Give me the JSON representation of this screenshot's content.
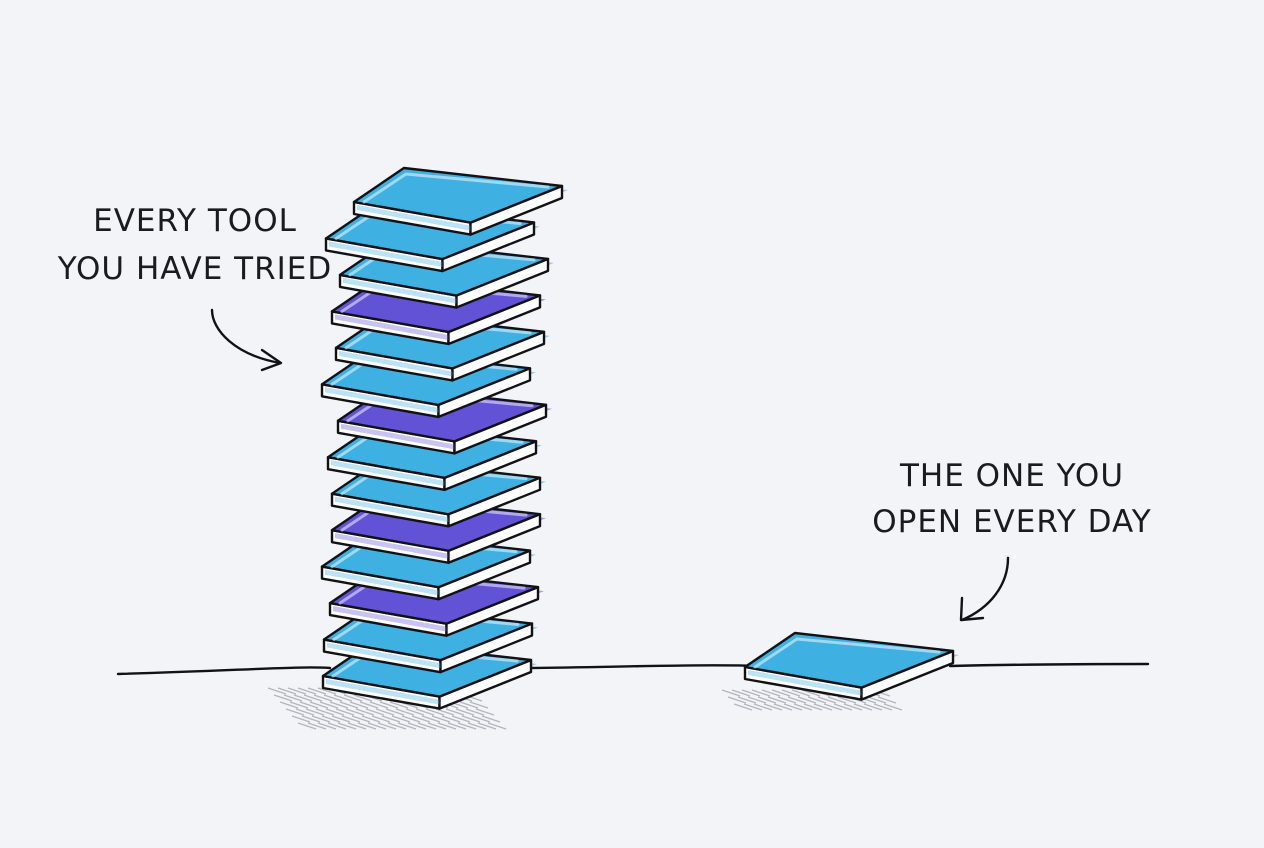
{
  "labels": {
    "stack_line1": "EVERY TOOL",
    "stack_line2": "YOU HAVE TRIED",
    "single_line1": "THE ONE YOU",
    "single_line2": "OPEN EVERY DAY"
  },
  "stack": {
    "layer_count": 14,
    "layer_colors": [
      "cyan",
      "blue",
      "cyan",
      "purple",
      "blue",
      "cyan",
      "purple",
      "cyan",
      "blue",
      "purple",
      "cyan",
      "purple",
      "blue",
      "cyan"
    ]
  },
  "colors": {
    "background": "#f3f4f8",
    "cyan": "#3fb0e2",
    "purple": "#6152d6",
    "outline": "#121215",
    "shadow_hatch": "#9a9aa6"
  }
}
